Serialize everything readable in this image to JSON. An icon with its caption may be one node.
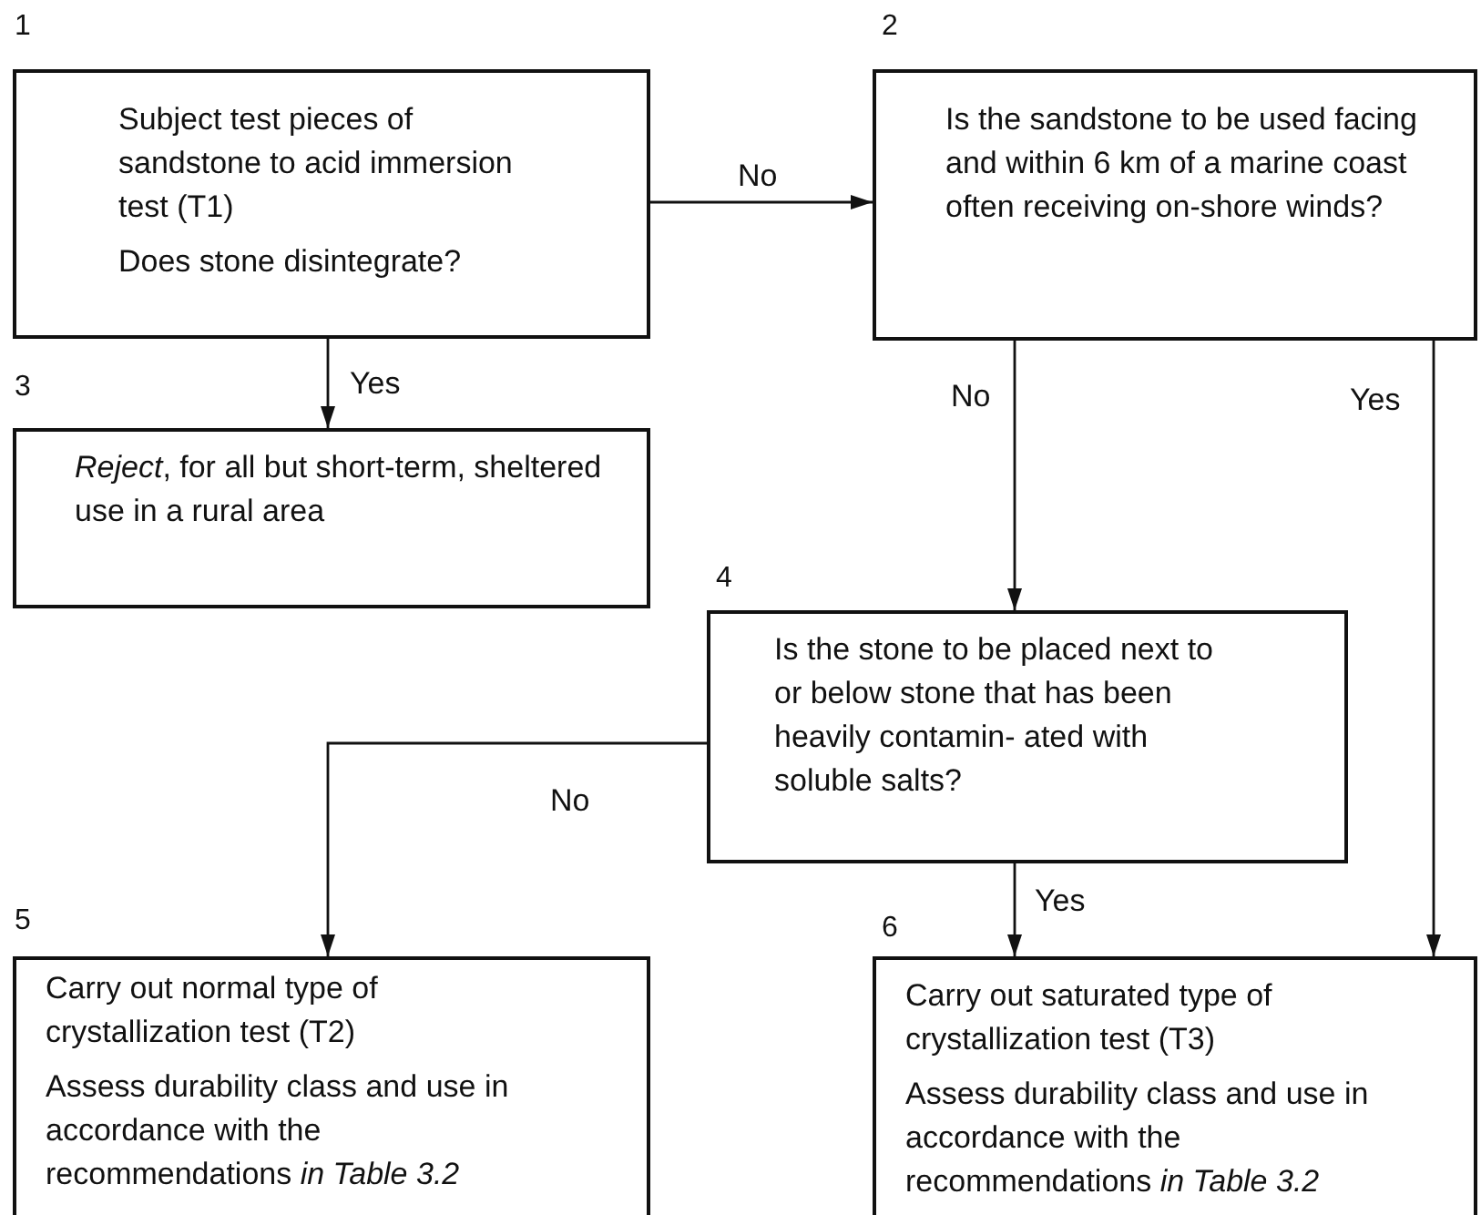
{
  "diagram": {
    "nodes": [
      {
        "text": [
          "Subject test pieces of sandstone to acid immersion test (T1)",
          "Does stone disintegrate?"
        ],
        "beside": [
          "1"
        ]
      },
      {
        "text": [
          "Is the sandstone to be used facing and within 6 km of a marine coast often receiving on-shore winds?"
        ],
        "beside": [
          "2"
        ]
      },
      {
        "text": [
          "*Reject*, for all but short-term, sheltered use in a rural area"
        ],
        "beside": [
          "3"
        ]
      },
      {
        "text": [
          "Is the stone to be placed next to or below stone that has been heavily contamin- ated with soluble salts?"
        ],
        "beside": [
          "4"
        ]
      },
      {
        "text": [
          "Carry out normal type of crystallization test (T2)",
          "Assess durability class and use in accordance with the recommendations *in Table 3.2*"
        ],
        "beside": [
          "5"
        ]
      },
      {
        "text": [
          "Carry out saturated type of crystallization test (T3)",
          "Assess durability class and use in accordance with the recommendations *in Table 3.2*"
        ],
        "beside": [
          "6"
        ]
      }
    ],
    "edges": [
      {
        "from": 0,
        "to": 1,
        "arrow": "to",
        "label": "No"
      },
      {
        "from": 0,
        "to": 2,
        "arrow": "to",
        "label": "Yes"
      },
      {
        "from": 1,
        "to": 3,
        "arrow": "to",
        "label": "No"
      },
      {
        "from": 1,
        "to": 5,
        "arrow": "to",
        "label": "Yes"
      },
      {
        "from": 3,
        "to": 4,
        "arrow": "to",
        "label": "No"
      },
      {
        "from": 3,
        "to": 5,
        "arrow": "to",
        "label": "Yes"
      }
    ]
  }
}
